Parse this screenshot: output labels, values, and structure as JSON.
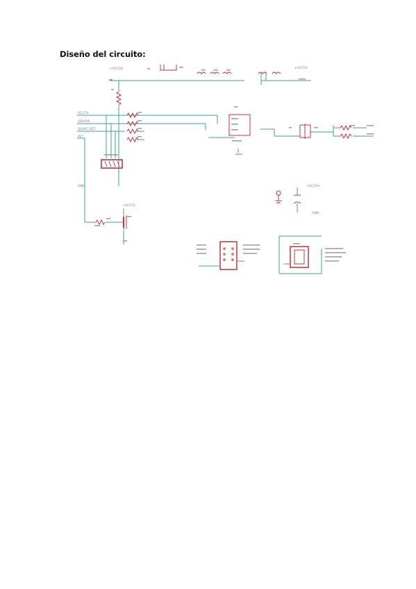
{
  "document": {
    "heading": "Diseño del circuito:"
  },
  "colors": {
    "wire": "#3aa58a",
    "component": "#c8303a",
    "label": "#7a7a7a",
    "heading": "#111111",
    "background": "#ffffff"
  },
  "schematic": {
    "description_visible": false,
    "net_labels": {
      "top_left_net": "+VCC5V",
      "top_right_net": "+VCC5V",
      "left_signal_1": "SCL/TX",
      "left_signal_2": "SDA/RX",
      "left_signal_3": "SLAVE_DET",
      "left_signal_4": "INT",
      "bottom_left_net": "GND",
      "transistor_net": "+VCC5V",
      "cap_net": "+VCC5V",
      "cap_gnd": "GND"
    }
  }
}
